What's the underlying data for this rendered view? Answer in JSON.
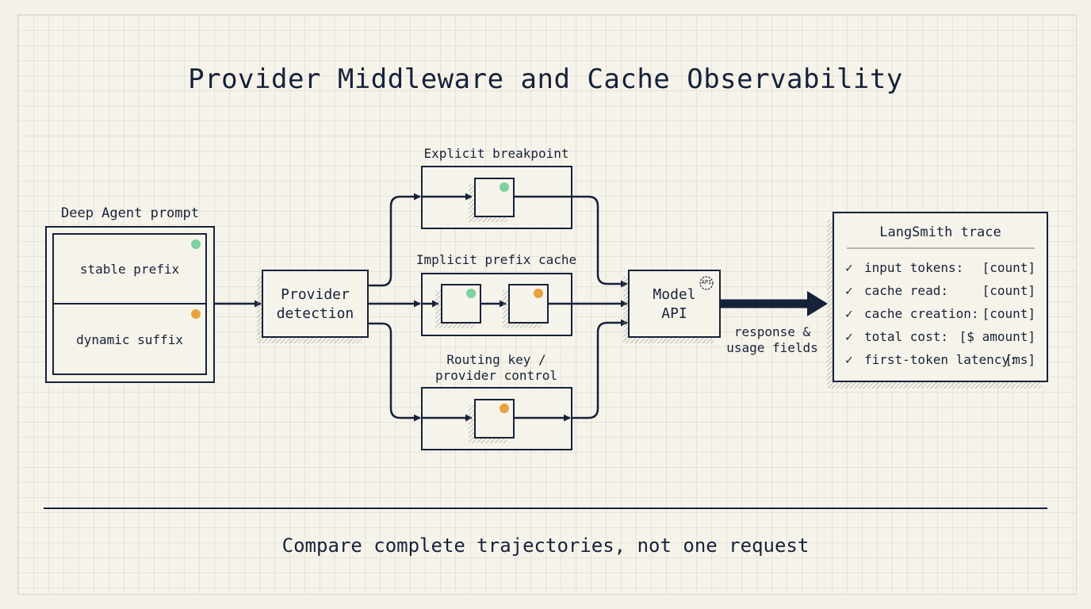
{
  "title": "Provider Middleware and Cache Observability",
  "prompt": {
    "heading": "Deep Agent prompt",
    "stable": "stable prefix",
    "dynamic": "dynamic suffix"
  },
  "provider_detection": {
    "line1": "Provider",
    "line2": "detection"
  },
  "branches": {
    "explicit": "Explicit breakpoint",
    "implicit": "Implicit prefix cache",
    "routing_line1": "Routing key /",
    "routing_line2": "provider control"
  },
  "model": {
    "line1": "Model",
    "line2": "API",
    "badge": "API"
  },
  "response": {
    "line1": "response &",
    "line2": "usage fields"
  },
  "trace": {
    "heading": "LangSmith trace",
    "rows": [
      {
        "key": "input tokens:",
        "value": "[count]"
      },
      {
        "key": "cache read:",
        "value": "[count]"
      },
      {
        "key": "cache creation:",
        "value": "[count]"
      },
      {
        "key": "total cost:",
        "value": "[$ amount]"
      },
      {
        "key": "first-token latency:",
        "value": "[ms]"
      }
    ]
  },
  "footer": "Compare complete trajectories, not one request",
  "colors": {
    "ink": "#16223a",
    "paper": "#f6f3ea",
    "green_dot": "#7fd1a1",
    "orange_dot": "#e7a33f"
  }
}
